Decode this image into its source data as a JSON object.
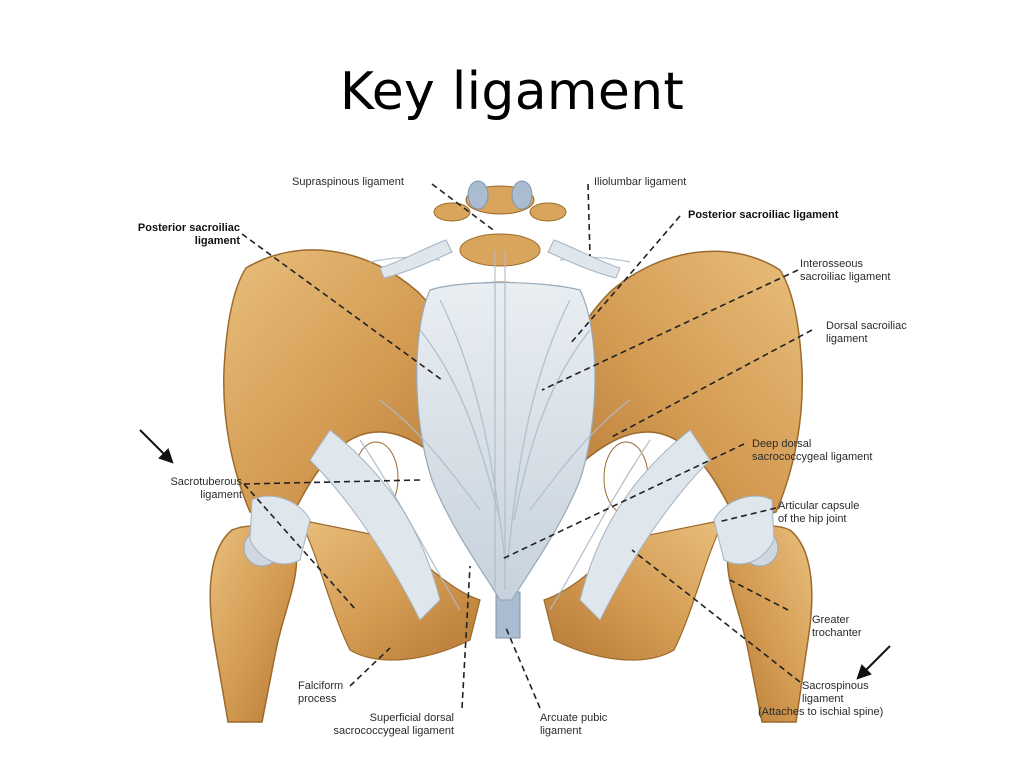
{
  "slide": {
    "title": "Key ligament"
  },
  "labels": {
    "supraspinous": "Supraspinous ligament",
    "iliolumbar": "Iliolumbar ligament",
    "posterior_sacroiliac_left_1": "Posterior sacroiliac",
    "posterior_sacroiliac_left_2": "ligament",
    "posterior_sacroiliac_right": "Posterior sacroiliac ligament",
    "interosseous_1": "Interosseous",
    "interosseous_2": "sacroiliac ligament",
    "dorsal_sacroiliac_1": "Dorsal sacroiliac",
    "dorsal_sacroiliac_2": "ligament",
    "deep_dorsal_1": "Deep dorsal",
    "deep_dorsal_2": "sacrococcygeal ligament",
    "sacrotuberous_1": "Sacrotuberous",
    "sacrotuberous_2": "ligament",
    "articular_capsule_1": "Articular capsule",
    "articular_capsule_2": "of the hip joint",
    "greater_trochanter_1": "Greater",
    "greater_trochanter_2": "trochanter",
    "sacrospinous_1": "Sacrospinous",
    "sacrospinous_2": "ligament",
    "sacrospinous_3": "(Attaches to ischial spine)",
    "falciform_1": "Falciform",
    "falciform_2": "process",
    "superficial_dorsal_1": "Superficial dorsal",
    "superficial_dorsal_2": "sacrococcygeal ligament",
    "arcuate_pubic_1": "Arcuate pubic",
    "arcuate_pubic_2": "ligament"
  },
  "colors": {
    "bone": "#d9a55c",
    "bone_dark": "#b97d35",
    "bone_light": "#ebc98f",
    "ligament": "#dfe6ec",
    "ligament_shade": "#b9c6d2"
  }
}
